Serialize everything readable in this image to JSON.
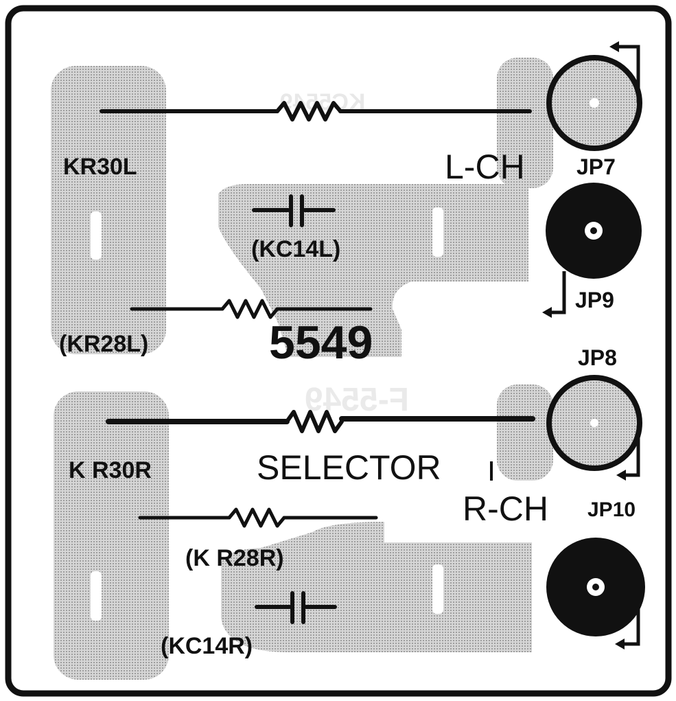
{
  "colors": {
    "ink": "#111111",
    "pad": "#c9c9c9",
    "background": "#ffffff",
    "hole": "#ffffff"
  },
  "labels": {
    "kr30l": "KR30L",
    "kc14l": "(KC14L)",
    "kr28l": "(KR28L)",
    "board_no": "5549",
    "l_ch": "L-CH",
    "jp7": "JP7",
    "jp9": "JP9",
    "jp8": "JP8",
    "kr30r": "K R30R",
    "selector": "SELECTOR",
    "r_ch": "R-CH",
    "jp10": "JP10",
    "kr28r": "(K R28R)",
    "kc14r": "(KC14R)"
  },
  "icons": {
    "resistor": "resistor-symbol",
    "capacitor": "capacitor-symbol",
    "jack_open": "open-jack-pad",
    "jack_solid": "solid-jack-pad",
    "arrow": "return-arrow"
  }
}
